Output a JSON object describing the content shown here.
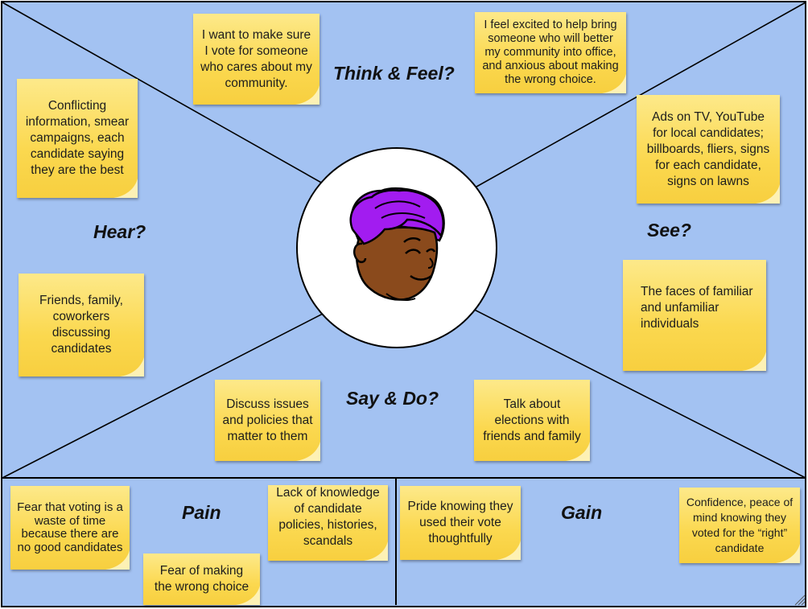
{
  "headings": {
    "think_feel": "Think & Feel?",
    "hear": "Hear?",
    "see": "See?",
    "say_do": "Say & Do?",
    "pain": "Pain",
    "gain": "Gain"
  },
  "notes": {
    "think_1": "I want to make sure I vote for someone who cares about my community.",
    "think_2": "I feel excited to help bring someone who will better my community into office, and anxious about making the wrong choice.",
    "hear_1": "Conflicting information, smear campaigns, each candidate saying they are the best",
    "hear_2": "Friends, family, coworkers discussing candidates",
    "see_1": "Ads on TV, YouTube for local candidates; billboards, fliers, signs for each candidate, signs on lawns",
    "see_2": "The faces of familiar and unfamiliar individuals",
    "say_1": "Discuss issues and policies that matter to them",
    "say_2": "Talk about elections with friends and family",
    "pain_1": "Fear that voting is a waste of time because there are no good candidates",
    "pain_2": "Fear of making the wrong choice",
    "pain_3": "Lack of knowledge of candidate policies, histories, scandals",
    "gain_1": "Pride knowing they used their vote thoughtfully",
    "gain_2": "Confidence, peace of mind knowing they voted for the “right” candidate"
  },
  "colors": {
    "board_background": "#a3c2f2",
    "sticky_note": "#fbd84f",
    "hair": "#a21cf0",
    "skin": "#8a4a1c"
  },
  "icons": {
    "avatar": "person-face-icon"
  }
}
